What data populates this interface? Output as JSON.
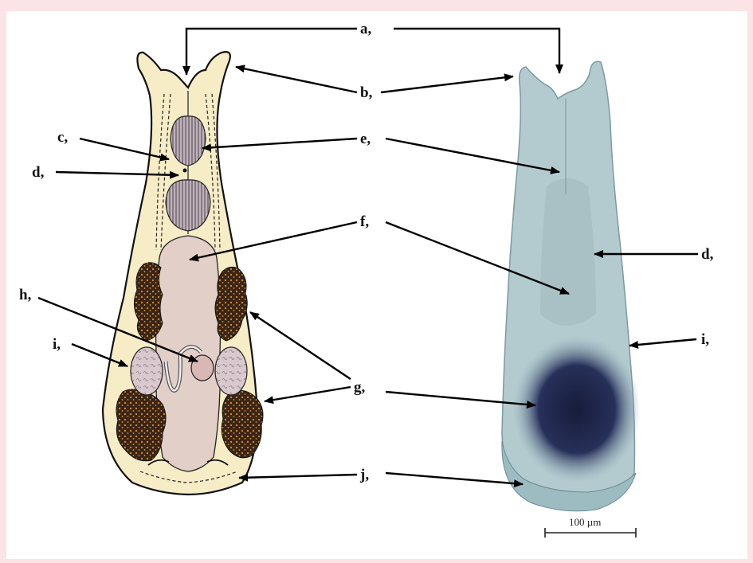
{
  "labels": {
    "a": "a,",
    "b": "b,",
    "c": "c,",
    "d": "d,",
    "e": "e,",
    "f": "f,",
    "g": "g,",
    "h": "h,",
    "i": "i,",
    "j": "j,"
  },
  "scale_bar": {
    "text": "100 µm"
  },
  "colors": {
    "background": "#fbe3e6",
    "panel": "#ffffff",
    "body_fill": "#f6ecc6",
    "gut_fill": "#e2cfc8",
    "vitellaria": "#3a2416",
    "vitellaria_spots": "#c8872f",
    "pharynx": "#a99aa5",
    "photo_body": "#a8c3c7",
    "photo_dark": "#1f2846"
  }
}
